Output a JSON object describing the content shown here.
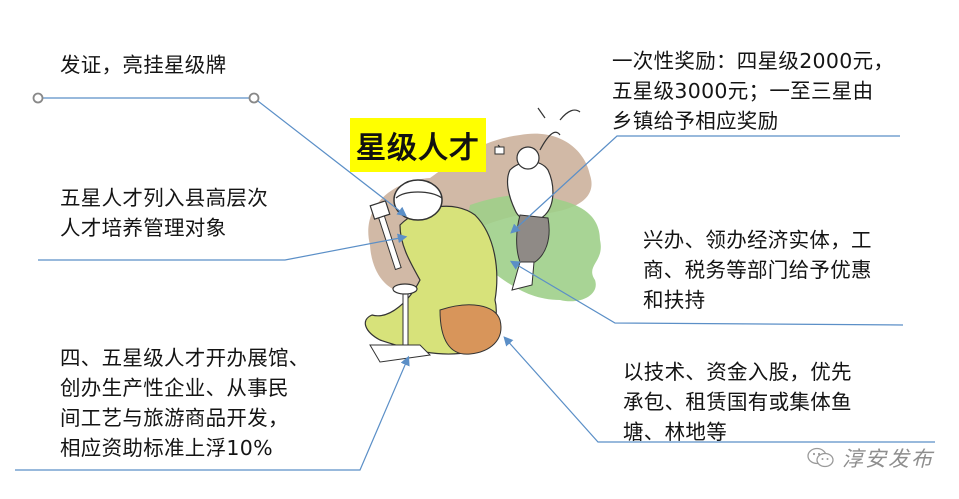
{
  "title": "星级人才",
  "colors": {
    "title_bg": "#ffff00",
    "connector_line": "#5b8fc7",
    "brown_blob": "#c9ad96",
    "green_blob": "#9fcf8a",
    "robe_yellow": "#d7e27a",
    "robe_orange": "#d8955a"
  },
  "callouts": [
    {
      "id": "certificate",
      "text": "发证，亮挂星级牌"
    },
    {
      "id": "reward",
      "text": "一次性奖励：四星级2000元，\n五星级3000元；一至三星由\n乡镇给予相应奖励"
    },
    {
      "id": "county-talent",
      "text": "五星人才列入县高层次\n人才培养管理对象"
    },
    {
      "id": "business-support",
      "text": "兴办、领办经济实体，工\n商、税务等部门给予优惠\n和扶持"
    },
    {
      "id": "exhibition-subsidy",
      "text": "四、五星级人才开办展馆、\n创办生产性企业、从事民\n间工艺与旅游商品开发，\n相应资助标准上浮10%"
    },
    {
      "id": "equity-lease",
      "text": "以技术、资金入股，优先\n承包、租赁国有或集体鱼\n塘、林地等"
    }
  ],
  "watermark": {
    "icon": "wechat-icon",
    "text": "淳安发布"
  }
}
